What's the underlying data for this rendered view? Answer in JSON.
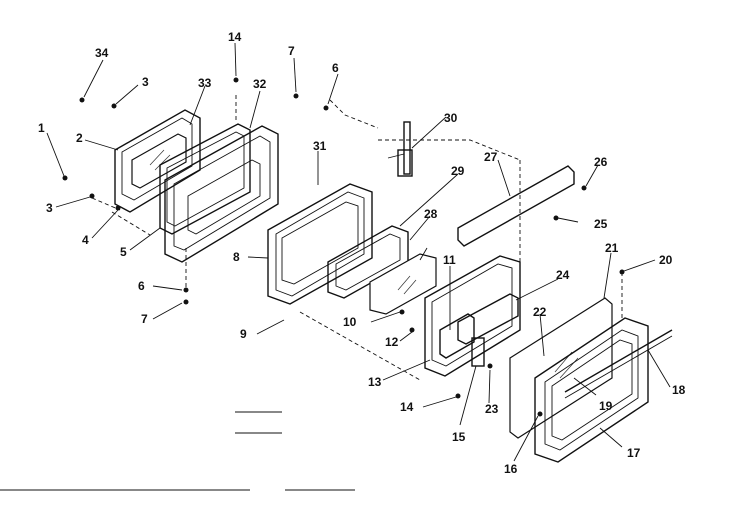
{
  "diagram": {
    "callouts": [
      "1",
      "2",
      "3",
      "3",
      "4",
      "5",
      "6",
      "6",
      "7",
      "7",
      "8",
      "9",
      "10",
      "11",
      "12",
      "13",
      "14",
      "14",
      "15",
      "16",
      "17",
      "18",
      "19",
      "20",
      "21",
      "22",
      "23",
      "24",
      "25",
      "26",
      "27",
      "28",
      "29",
      "30",
      "31",
      "32",
      "33",
      "34"
    ]
  }
}
